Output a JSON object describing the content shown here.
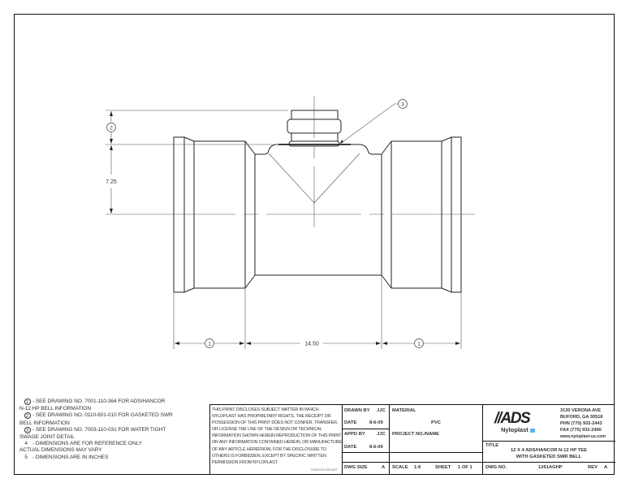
{
  "drawing": {
    "callouts": {
      "top_balloon": "3",
      "left_dim_balloon": "2",
      "left_length_balloon": "1",
      "right_length_balloon": "1"
    },
    "dimensions": {
      "height": "7.25",
      "center_length": "14.50"
    }
  },
  "notes": [
    {
      "num": "1",
      "circled": true,
      "line1": "SEE DRAWING NO. 7001-110-364 FOR ADS/HANCOR",
      "line2": "N-12 HP BELL INFORMATION"
    },
    {
      "num": "2",
      "circled": true,
      "line1": "SEE DRAWING NO. 0110-601-010 FOR GASKETED SWR",
      "line2": "BELL INFORMATION"
    },
    {
      "num": "3",
      "circled": true,
      "line1": "SEE DRAWING NO. 7003-110-031 FOR WATER TIGHT",
      "line2": "SWAGE JOINT DETAIL"
    },
    {
      "num": "4",
      "circled": false,
      "line1": "DIMENSIONS ARE FOR REFERENCE ONLY",
      "line2": "ACTUAL DIMENSIONS MAY VARY"
    },
    {
      "num": "5",
      "circled": false,
      "line1": "DIMENSIONS ARE IN INCHES",
      "line2": ""
    }
  ],
  "title_block": {
    "disclaimer": "THIS PRINT DISCLOSES SUBJECT MATTER IN WHICH NYLOPLAST HAS PROPRIETARY RIGHTS. THE RECEIPT OR POSSESSION OF THIS PRINT DOES NOT CONFER, TRANSFER, OR LICENSE THE USE OF THE DESIGN OR TECHNICAL INFORMATION SHOWN HEREIN REPRODUCTION OF THIS PRINT OR ANY INFORMATION CONTAINED HEREIN, OR MANUFACTURE OF ANY ARTICLE HEREFROM, FOR THE DISCLOSURE TO OTHERS IS FORBIDDEN, EXCEPT BY SPECIFIC WRITTEN PERMISSION FROM NYLOPLAST.",
    "copyright": "©2009 NYLOPLAST",
    "drawn_by_label": "DRAWN BY",
    "drawn_by": "JJC",
    "date1_label": "DATE",
    "date1": "8-6-09",
    "appd_by_label": "APPD BY",
    "appd_by": "JJC",
    "date2_label": "DATE",
    "date2": "8-6-09",
    "dwg_size_label": "DWG SIZE",
    "dwg_size": "A",
    "material_label": "MATERIAL",
    "material": "PVC",
    "project_label": "PROJECT NO./NAME",
    "scale_label": "SCALE",
    "scale": "1:6",
    "sheet_label": "SHEET",
    "sheet": "1 OF 1",
    "logo_ads": "//ADS",
    "logo_nyloplast": "Nyloplast",
    "address": [
      "3130 VERONA AVE",
      "BUFORD, GA 30518",
      "PHN (770) 932-2443",
      "FAX (770) 932-2490",
      "www.nyloplast-us.com"
    ],
    "title_label": "TITLE",
    "title_line1": "12 X 4 ADS/HANCOR N-12 HP TEE",
    "title_line2": "WITH GASKETED SWR BELL",
    "dwg_no_label": "DWG NO.",
    "dwg_no": "1261AGHP",
    "rev_label": "REV",
    "rev": "A"
  },
  "colors": {
    "line": "#222222",
    "thin_line": "#555555",
    "logo_accent": "#5bb6e0"
  }
}
